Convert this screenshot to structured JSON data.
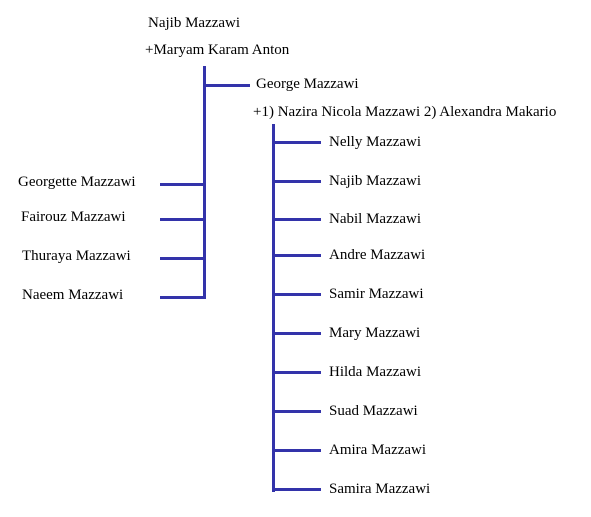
{
  "tree": {
    "root": {
      "name": "Najib Mazzawi",
      "spouse": "+Maryam Karam Anton"
    },
    "child_main": {
      "name": "George Mazzawi",
      "spouse": "+1) Nazira Nicola Mazzawi 2) Alexandra Makario"
    },
    "siblings": [
      "Georgette Mazzawi",
      "Fairouz Mazzawi",
      "Thuraya Mazzawi",
      "Naeem Mazzawi"
    ],
    "grandchildren": [
      "Nelly Mazzawi",
      "Najib Mazzawi",
      "Nabil Mazzawi",
      "Andre Mazzawi",
      "Samir Mazzawi",
      "Mary Mazzawi",
      "Hilda Mazzawi",
      "Suad Mazzawi",
      "Amira Mazzawi",
      "Samira Mazzawi"
    ]
  },
  "colors": {
    "connector": "#3333aa"
  }
}
